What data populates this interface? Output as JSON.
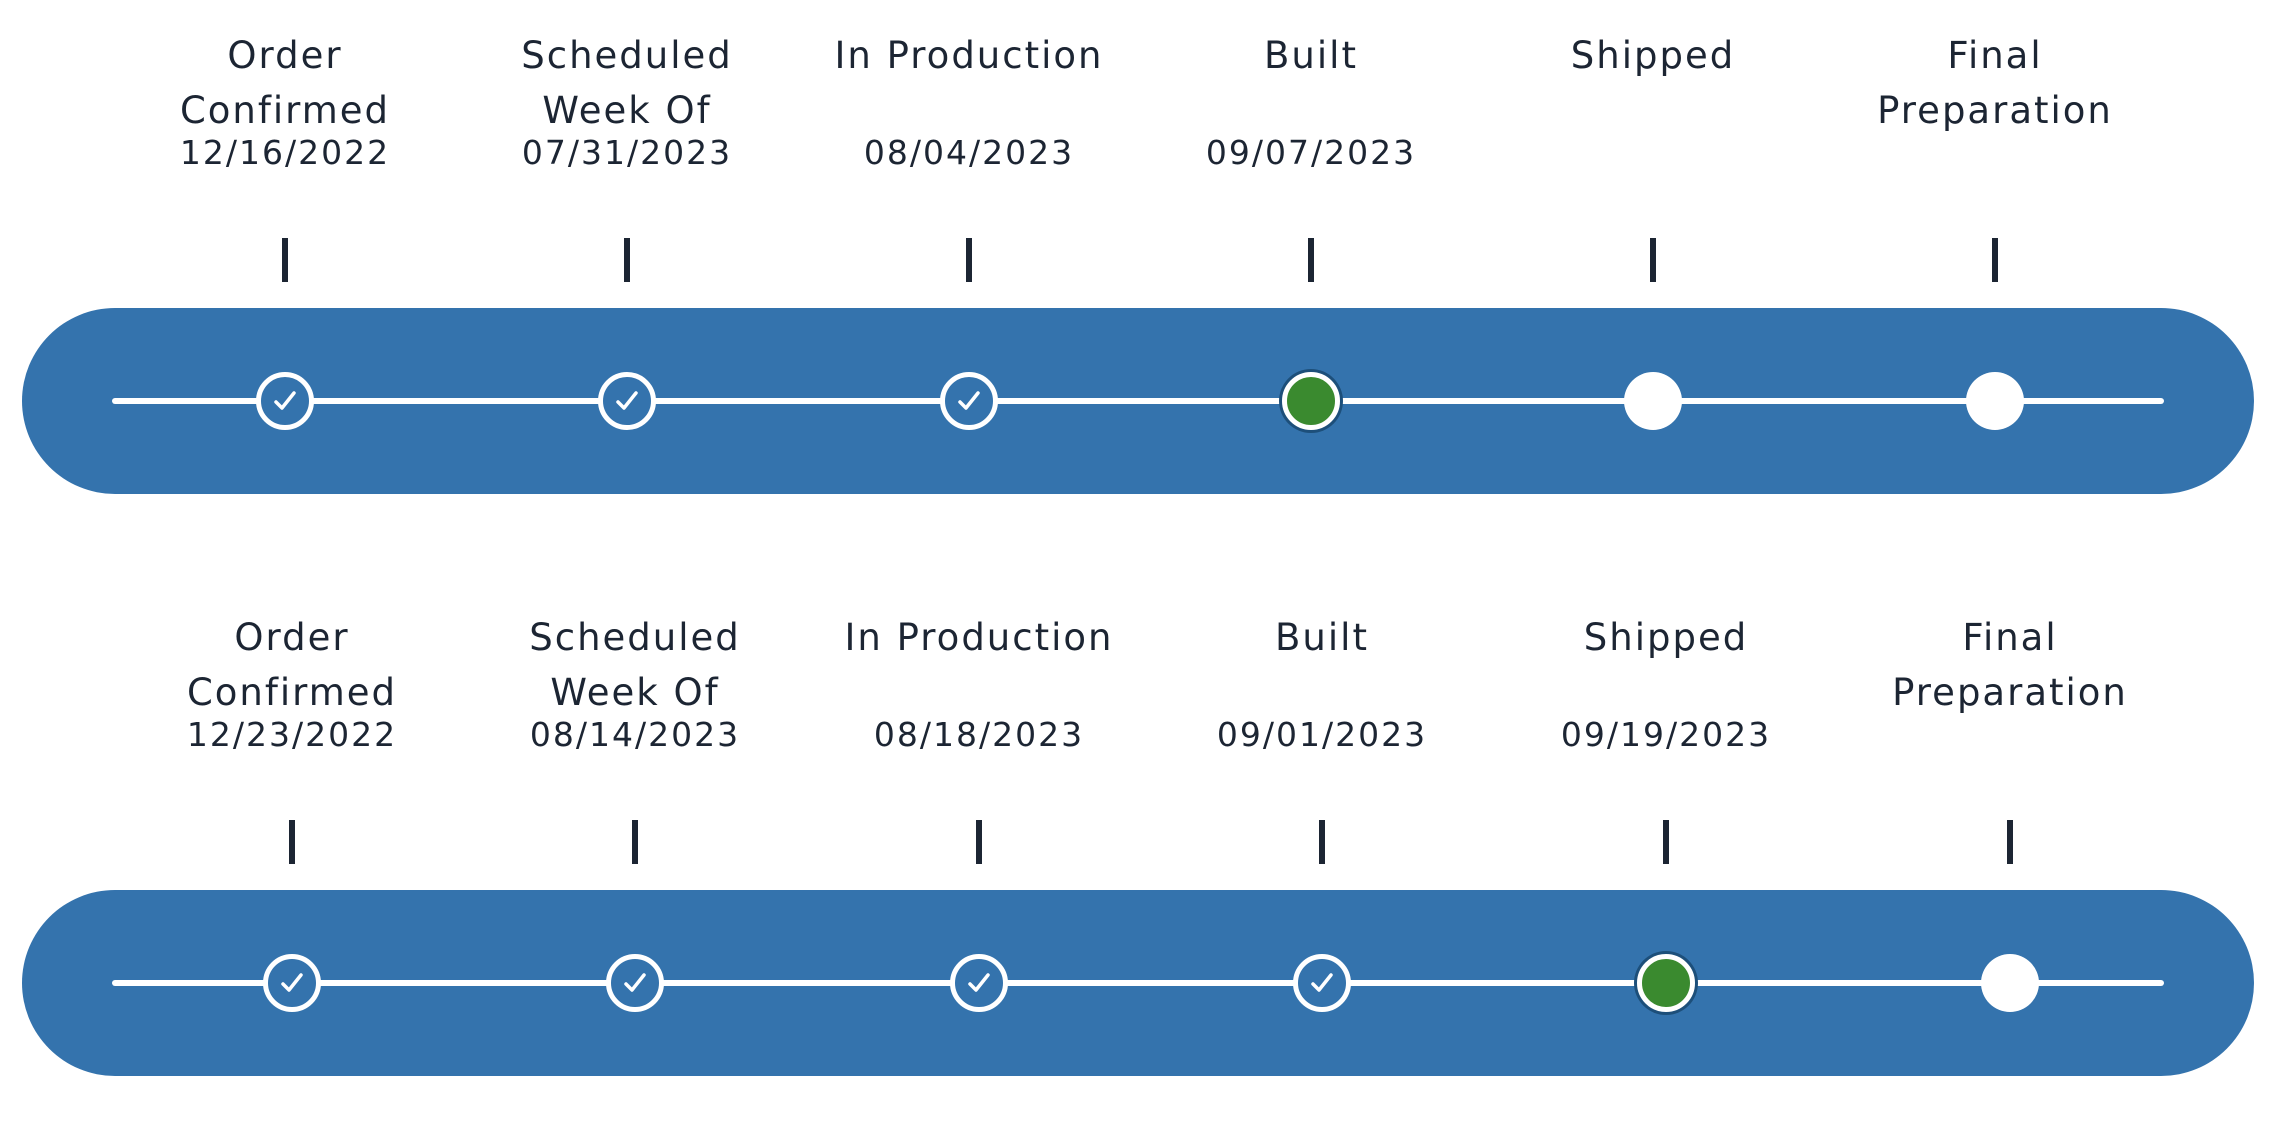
{
  "trackers": [
    {
      "steps": [
        {
          "title": "Order\nConfirmed",
          "date": "12/16/2022",
          "status": "done"
        },
        {
          "title": "Scheduled\nWeek Of",
          "date": "07/31/2023",
          "status": "done"
        },
        {
          "title": "In Production",
          "date": "08/04/2023",
          "status": "done"
        },
        {
          "title": "Built",
          "date": "09/07/2023",
          "status": "current"
        },
        {
          "title": "Shipped",
          "date": "",
          "status": "pending"
        },
        {
          "title": "Final\nPreparation",
          "date": "",
          "status": "pending"
        }
      ]
    },
    {
      "steps": [
        {
          "title": "Order\nConfirmed",
          "date": "12/23/2022",
          "status": "done"
        },
        {
          "title": "Scheduled\nWeek Of",
          "date": "08/14/2023",
          "status": "done"
        },
        {
          "title": "In Production",
          "date": "08/18/2023",
          "status": "done"
        },
        {
          "title": "Built",
          "date": "09/01/2023",
          "status": "done"
        },
        {
          "title": "Shipped",
          "date": "09/19/2023",
          "status": "current"
        },
        {
          "title": "Final\nPreparation",
          "date": "",
          "status": "pending"
        }
      ]
    }
  ],
  "colors": {
    "bar": "#3473ad",
    "current": "#3a8a2f",
    "text": "#1c2533",
    "node_pending": "#ffffff"
  },
  "icons": {
    "done": "check-circle-icon",
    "current": "current-dot-icon",
    "pending": "pending-dot-icon"
  }
}
